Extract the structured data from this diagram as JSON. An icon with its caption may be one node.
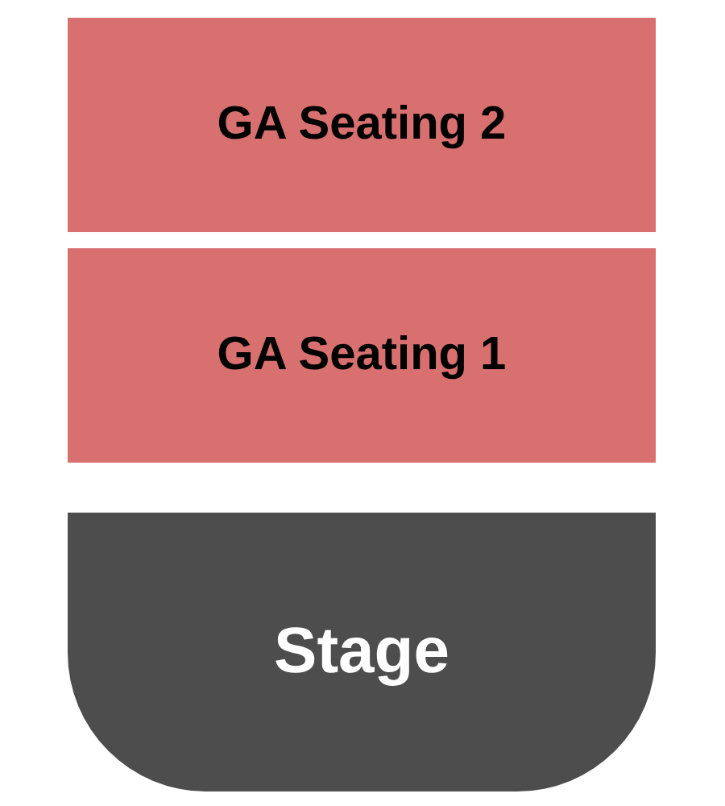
{
  "diagram": {
    "nodes": [
      {
        "text": [
          "GA Seating 2"
        ]
      },
      {
        "text": [
          "GA Seating 1"
        ]
      },
      {
        "text": [
          "Stage"
        ]
      }
    ]
  }
}
